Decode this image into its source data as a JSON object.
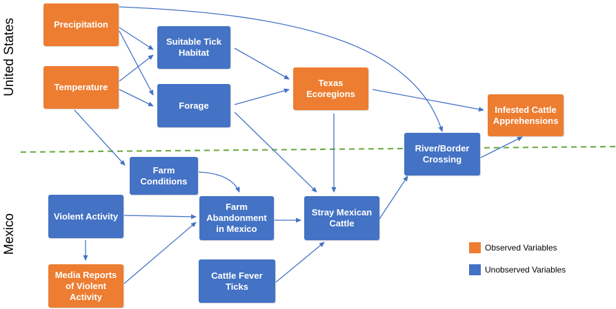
{
  "regions": {
    "top": "United States",
    "bottom": "Mexico"
  },
  "nodes": {
    "precipitation": {
      "label": "Precipitation",
      "kind": "observed"
    },
    "temperature": {
      "label": "Temperature",
      "kind": "observed"
    },
    "suitable_tick_habitat": {
      "label": "Suitable Tick\nHabitat",
      "kind": "unobserved"
    },
    "forage": {
      "label": "Forage",
      "kind": "unobserved"
    },
    "texas_ecoregions": {
      "label": "Texas\nEcoregions",
      "kind": "observed"
    },
    "infested_cattle_apprehensions": {
      "label": "Infested Cattle\nApprehensions",
      "kind": "observed"
    },
    "river_border_crossing": {
      "label": "River/Border\nCrossing",
      "kind": "unobserved"
    },
    "farm_conditions": {
      "label": "Farm\nConditions",
      "kind": "unobserved"
    },
    "violent_activity": {
      "label": "Violent Activity",
      "kind": "unobserved"
    },
    "farm_abandonment": {
      "label": "Farm\nAbandonment\nin Mexico",
      "kind": "unobserved"
    },
    "stray_mexican_cattle": {
      "label": "Stray Mexican\nCattle",
      "kind": "unobserved"
    },
    "media_reports": {
      "label": "Media Reports\nof Violent\nActivity",
      "kind": "observed"
    },
    "cattle_fever_ticks": {
      "label": "Cattle Fever\nTicks",
      "kind": "unobserved"
    }
  },
  "edges": [
    [
      "precipitation",
      "suitable_tick_habitat"
    ],
    [
      "precipitation",
      "forage"
    ],
    [
      "precipitation",
      "river_border_crossing"
    ],
    [
      "temperature",
      "suitable_tick_habitat"
    ],
    [
      "temperature",
      "forage"
    ],
    [
      "temperature",
      "farm_conditions"
    ],
    [
      "suitable_tick_habitat",
      "texas_ecoregions"
    ],
    [
      "forage",
      "texas_ecoregions"
    ],
    [
      "forage",
      "stray_mexican_cattle"
    ],
    [
      "texas_ecoregions",
      "infested_cattle_apprehensions"
    ],
    [
      "texas_ecoregions",
      "stray_mexican_cattle"
    ],
    [
      "farm_conditions",
      "farm_abandonment"
    ],
    [
      "violent_activity",
      "farm_abandonment"
    ],
    [
      "violent_activity",
      "media_reports"
    ],
    [
      "media_reports",
      "farm_abandonment"
    ],
    [
      "farm_abandonment",
      "stray_mexican_cattle"
    ],
    [
      "cattle_fever_ticks",
      "stray_mexican_cattle"
    ],
    [
      "stray_mexican_cattle",
      "river_border_crossing"
    ],
    [
      "river_border_crossing",
      "infested_cattle_apprehensions"
    ]
  ],
  "border_line": {
    "color": "#70ad47",
    "style": "dashed"
  },
  "legend": {
    "observed": {
      "label": "Observed Variables",
      "color": "#ed7d31"
    },
    "unobserved": {
      "label": "Unobserved Variables",
      "color": "#4472c4"
    }
  },
  "colors": {
    "observed": "#ed7d31",
    "unobserved": "#4472c4",
    "edge": "#4472c4"
  }
}
